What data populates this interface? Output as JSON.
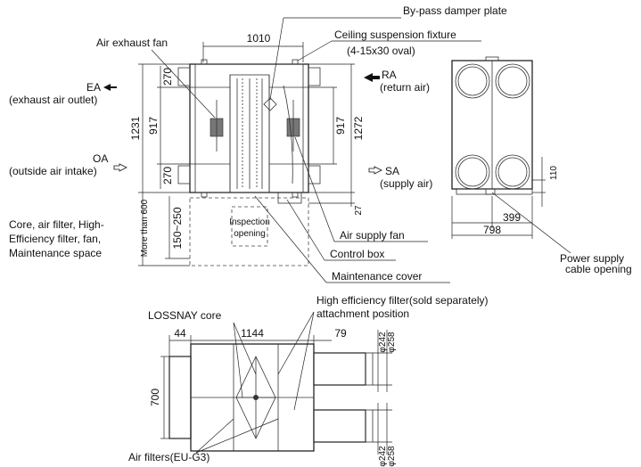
{
  "labels": {
    "bypass_damper": "By-pass damper plate",
    "ceiling_suspension": "Ceiling suspension fixture",
    "oval_spec": "(4-15x30 oval)",
    "air_exhaust_fan": "Air exhaust fan",
    "ea": "EA",
    "ea_desc": "(exhaust air outlet)",
    "ra": "RA",
    "ra_desc": "(return air)",
    "oa": "OA",
    "oa_desc": "(outside air intake)",
    "sa": "SA",
    "sa_desc": "(supply air)",
    "maintenance_space_1": "Core, air filter, High-",
    "maintenance_space_2": "Efficiency filter, fan,",
    "maintenance_space_3": "Maintenance space",
    "inspection_1": "Inspection",
    "inspection_2": "opening",
    "air_supply_fan": "Air supply fan",
    "control_box": "Control box",
    "maintenance_cover": "Maintenance cover",
    "power_supply_1": "Power supply",
    "power_supply_2": "cable opening",
    "lossnay_core": "LOSSNAY core",
    "hef_1": "High efficiency filter(sold separately)",
    "hef_2": "attachment position",
    "air_filters": "Air filters(EU-G3)"
  },
  "dimensions": {
    "top_width": "1010",
    "left_top": "270",
    "left_middle": "917",
    "left_total": "1231",
    "left_bottom": "270",
    "more_than": "More than 600",
    "range": "150~250",
    "right_inner": "917",
    "right_total": "1272",
    "right_small": "27",
    "side_110": "110",
    "side_399": "399",
    "side_798": "798",
    "bottom_44": "44",
    "bottom_1144": "1144",
    "bottom_79": "79",
    "bottom_700": "700",
    "dia_242_top": "φ242",
    "dia_258_top": "φ258",
    "dia_242_bot": "φ242",
    "dia_258_bot": "φ258"
  },
  "icons": {
    "arrow_out": "filled-left-arrow-icon",
    "arrow_in": "hollow-right-arrow-icon"
  }
}
